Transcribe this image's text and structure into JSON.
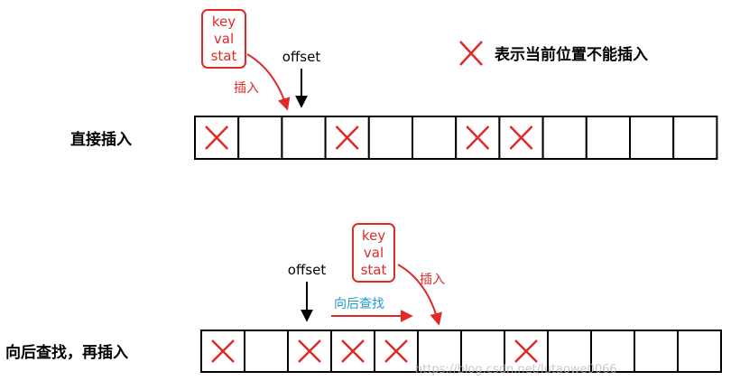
{
  "legend": {
    "marker": "x-mark-icon",
    "text": "表示当前位置不能插入"
  },
  "card_fields": [
    "key",
    "val",
    "stat"
  ],
  "colors": {
    "red": "#e02a2a",
    "blue": "#1f9bd1",
    "black": "#000000"
  },
  "row1": {
    "label": "直接插入",
    "offset_label": "offset",
    "insert_label": "插入",
    "cells": [
      true,
      false,
      false,
      true,
      false,
      false,
      true,
      true,
      false,
      false,
      false,
      false
    ]
  },
  "row2": {
    "label": "向后查找，再插入",
    "offset_label": "offset",
    "search_label": "向后查找",
    "insert_label": "插入",
    "cells": [
      true,
      false,
      true,
      true,
      true,
      false,
      false,
      true,
      false,
      false,
      false,
      false
    ]
  },
  "watermark": "https://blog.csdn.net/lutaowe0066"
}
